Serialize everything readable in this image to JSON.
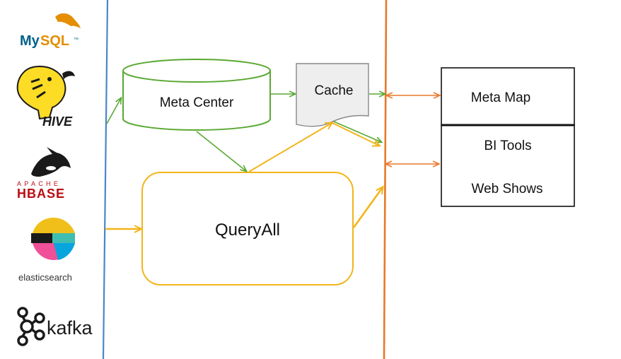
{
  "logos": {
    "mysql": {
      "text_my": "My",
      "text_sql": "SQL",
      "mark": "™"
    },
    "hive": {
      "text": "HIVE"
    },
    "hbase": {
      "top": "APACHE",
      "bottom": "HBASE"
    },
    "elasticsearch": {
      "text": "elasticsearch"
    },
    "kafka": {
      "text": "kafka"
    }
  },
  "nodes": {
    "meta_center": {
      "label": "Meta Center"
    },
    "cache": {
      "label": "Cache"
    },
    "queryall": {
      "label": "QueryAll"
    },
    "meta_map": {
      "label": "Meta Map"
    },
    "bi_tools": {
      "label": "BI Tools"
    },
    "web_shows": {
      "label": "Web Shows"
    }
  },
  "colors": {
    "blue_line": "#4a86c8",
    "orange_line": "#e8782a",
    "green": "#5aa832",
    "yellow": "#f2b51a",
    "box_border": "#111111",
    "cache_fill": "#eeeeee",
    "mysql_blue": "#00618a",
    "mysql_orange": "#e48e00",
    "hive_yellow": "#fddc26",
    "es_yellow": "#f0bf1a",
    "es_teal": "#3ebeb0",
    "es_pink": "#ef5098",
    "es_blue": "#07a5de",
    "hbase_red": "#bb0b11"
  }
}
